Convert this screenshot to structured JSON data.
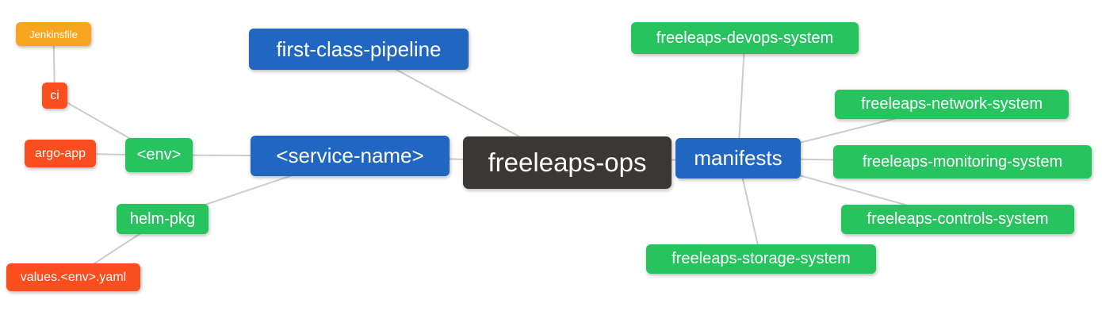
{
  "palette": {
    "root": "#3a3734",
    "branch": "#2167c2",
    "leaf": "#27c35f",
    "sub": "#fa4e1e",
    "subsub": "#f7a521",
    "edge": "#cccccc",
    "text": "#ffffff",
    "background": "#ffffff"
  },
  "nodes": {
    "root": {
      "label": "freeleaps-ops"
    },
    "pipeline": {
      "label": "first-class-pipeline"
    },
    "service": {
      "label": "<service-name>"
    },
    "manifests": {
      "label": "manifests"
    },
    "env": {
      "label": "<env>"
    },
    "helm": {
      "label": "helm-pkg"
    },
    "ci": {
      "label": "ci"
    },
    "argo": {
      "label": "argo-app"
    },
    "values": {
      "label": "values.<env>.yaml"
    },
    "jenkinsfile": {
      "label": "Jenkinsfile"
    },
    "devops": {
      "label": "freeleaps-devops-system"
    },
    "network": {
      "label": "freeleaps-network-system"
    },
    "monitoring": {
      "label": "freeleaps-monitoring-system"
    },
    "controls": {
      "label": "freeleaps-controls-system"
    },
    "storage": {
      "label": "freeleaps-storage-system"
    }
  },
  "edges": [
    [
      "jenkinsfile",
      "ci"
    ],
    [
      "ci",
      "env"
    ],
    [
      "argo",
      "env"
    ],
    [
      "env",
      "service"
    ],
    [
      "helm",
      "service"
    ],
    [
      "values",
      "helm"
    ],
    [
      "pipeline",
      "root"
    ],
    [
      "service",
      "root"
    ],
    [
      "root",
      "manifests"
    ],
    [
      "manifests",
      "devops"
    ],
    [
      "manifests",
      "network"
    ],
    [
      "manifests",
      "monitoring"
    ],
    [
      "manifests",
      "controls"
    ],
    [
      "manifests",
      "storage"
    ]
  ]
}
